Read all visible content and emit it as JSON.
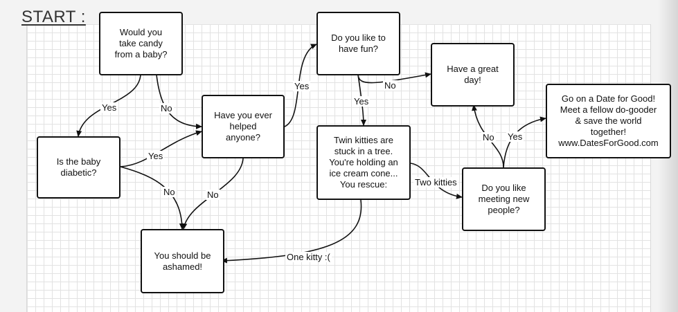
{
  "title": "START :",
  "nodes": {
    "candy": "Would you\ntake candy\nfrom a baby?",
    "diabetic": "Is the baby\ndiabetic?",
    "helped": "Have you ever\nhelped\nanyone?",
    "ashamed": "You should be\nashamed!",
    "fun": "Do you like to\nhave fun?",
    "great_day": "Have a great\nday!",
    "kitties": "Twin kitties are\nstuck in a tree.\nYou're holding an\nice cream cone...\nYou rescue:",
    "meeting": "Do you like\nmeeting new\npeople?",
    "dates": "Go on a Date for Good!\nMeet a fellow do-gooder\n& save the world\ntogether!\nwww.DatesForGood.com"
  },
  "edge_labels": {
    "candy_yes": "Yes",
    "candy_no": "No",
    "diabetic_yes": "Yes",
    "diabetic_no": "No",
    "helped_yes": "Yes",
    "helped_no": "No",
    "fun_no": "No",
    "fun_yes": "Yes",
    "two_kitties": "Two kitties",
    "one_kitty": "One kitty :(",
    "meeting_no": "No",
    "meeting_yes": "Yes"
  },
  "colors": {
    "line": "#111111",
    "grid": "#e2e2e2",
    "title": "#333333"
  }
}
